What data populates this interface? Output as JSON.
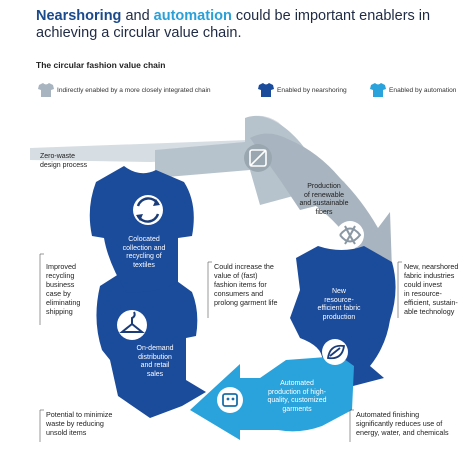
{
  "header": {
    "title_part1": "Nearshoring",
    "title_part2": " and ",
    "title_part3": "automation",
    "title_part4": " could be important enablers in achieving a circular value chain."
  },
  "subtitle": "The circular fashion value chain",
  "legend": [
    {
      "label": "Indirectly enabled by a more closely integrated chain",
      "color": "#a8b4bf"
    },
    {
      "label": "Enabled by nearshoring",
      "color": "#1b4b9b"
    },
    {
      "label": "Enabled by automation",
      "color": "#2aa3dc"
    }
  ],
  "stages": {
    "zero_waste": "Zero-waste\ndesign process",
    "production": "Production\nof renewable\nand sustainable\nfibers",
    "resource_efficient": "New\nresource-\nefficient fabric\nproduction",
    "automated_production": "Automated\nproduction of high-\nquality, customized\ngarments",
    "on_demand": "On-demand\ndistribution\nand retail\nsales",
    "colocated": "Colocated\ncollection and\nrecycling of\ntextiles"
  },
  "callouts": {
    "recycling": "Improved\nrecycling\nbusiness\ncase by\neliminating\nshipping",
    "fast_fashion": "Could increase the\nvalue of (fast)\nfashion items for\nconsumers and\nprolong garment life",
    "nearshored": "New, nearshored\nfabric industries\ncould invest\nin resource-\nefficient, sustain-\nable technology",
    "waste": "Potential to minimize\nwaste by reducing\nunsold items",
    "finishing": "Automated finishing\nsignificantly reduces use of\nenergy, water, and chemicals"
  },
  "colors": {
    "grey": "#a8b4bf",
    "navy": "#1b4b9b",
    "cyan": "#2aa3dc",
    "icon_dark": "#1a3c78"
  }
}
